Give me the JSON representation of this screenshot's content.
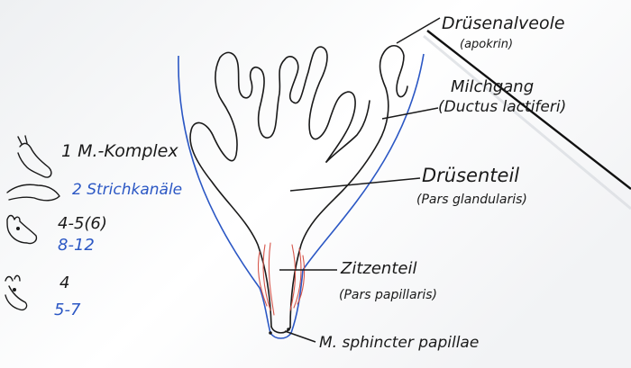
{
  "labels": {
    "alveole": "Drüsenalveole",
    "alveole_sub": "(apokrin)",
    "milchgang": "Milchgang",
    "milchgang_sub": "(Ductus lactiferi)",
    "druesenteil": "Drüsenteil",
    "druesenteil_sub": "(Pars glandularis)",
    "zitzenteil": "Zitzenteil",
    "zitzenteil_sub": "(Pars papillaris)",
    "sphincter": "M. sphincter papillae"
  },
  "species": [
    {
      "icon": "horse-head-icon",
      "line1": "1 M.-Komplex",
      "line2": "2 Strichkanäle"
    },
    {
      "icon": "pig-head-icon",
      "line1": "4-5(6)",
      "line2": "8-12"
    },
    {
      "icon": "dog-head-icon",
      "line1": "4",
      "line2": "5-7"
    }
  ],
  "colors": {
    "ink": "#1a1a1a",
    "blue": "#2b57c4",
    "red": "#d6574c",
    "pointer": "#111111"
  }
}
